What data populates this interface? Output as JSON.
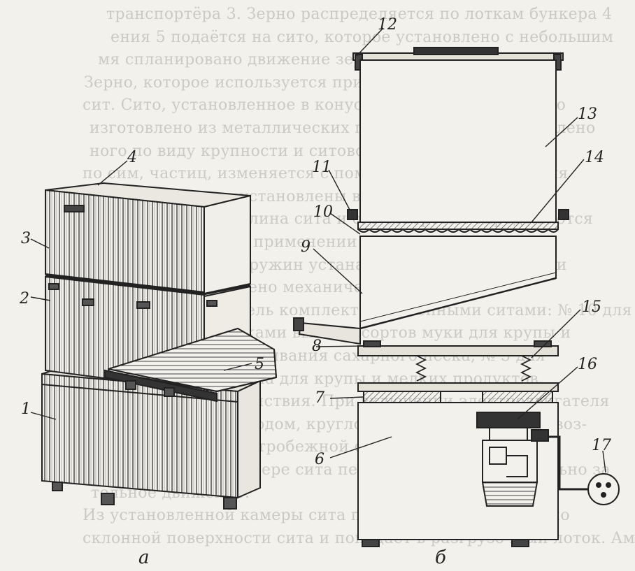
{
  "background_text": [
    "транспортёра 3. Зерно распределяется по лоткам бункера 4",
    "ения 5 подаётся на сито, которое установлено с небольшим",
    "мя спланировано движение зерна вместе с зёрнами",
    "Зерно, которое используется при заготовке мельницах",
    "сит. Сито, установленное в конусном корпусе, с которого",
    "изготовлено из металлических пластин, прочно закреплено",
    "ного по виду крупности и ситовой поверхности сита",
    "по сим, частиц, изменяется с помощью электродвигателя",
    "в бункер, которые установлены в корпусе, являются",
    "гомему, частицам. Длина сита и его отверстия определяются",
    "ление по классу. В применении просеянных продуктов",
    "ная с помощью пружин устанавливается на основании",
    "котором закреплено механическое устройство.",
    "Просеиватель комплектуют сменными ситами: № 10 для",
    "проволочными сетками высших сортов муки для крупы и",
    "том; № 5 — для просеивания сахарного песка, № 3 для",
    "просеивания крахмала для крупы и мелких продуктов.",
    "Принцип действия. При включении электродвигателя",
    "вается со своим приводом, круглое колебание, создавая воз-",
    "мещение момента центробежной силы, под воздействием",
    "которой в рабочей камере сита перемещается поступательно за",
    "тельное движение.",
    "Из установленной камеры сита продукт перемещается по",
    "склонной поверхности сита и попадает в разгрузочный лоток. Ампли-"
  ],
  "callouts": [
    "1",
    "2",
    "3",
    "4",
    "5",
    "6",
    "7",
    "8",
    "9",
    "10",
    "11",
    "12",
    "13",
    "14",
    "15",
    "16",
    "17"
  ],
  "captions": {
    "left": "а",
    "right": "б"
  }
}
